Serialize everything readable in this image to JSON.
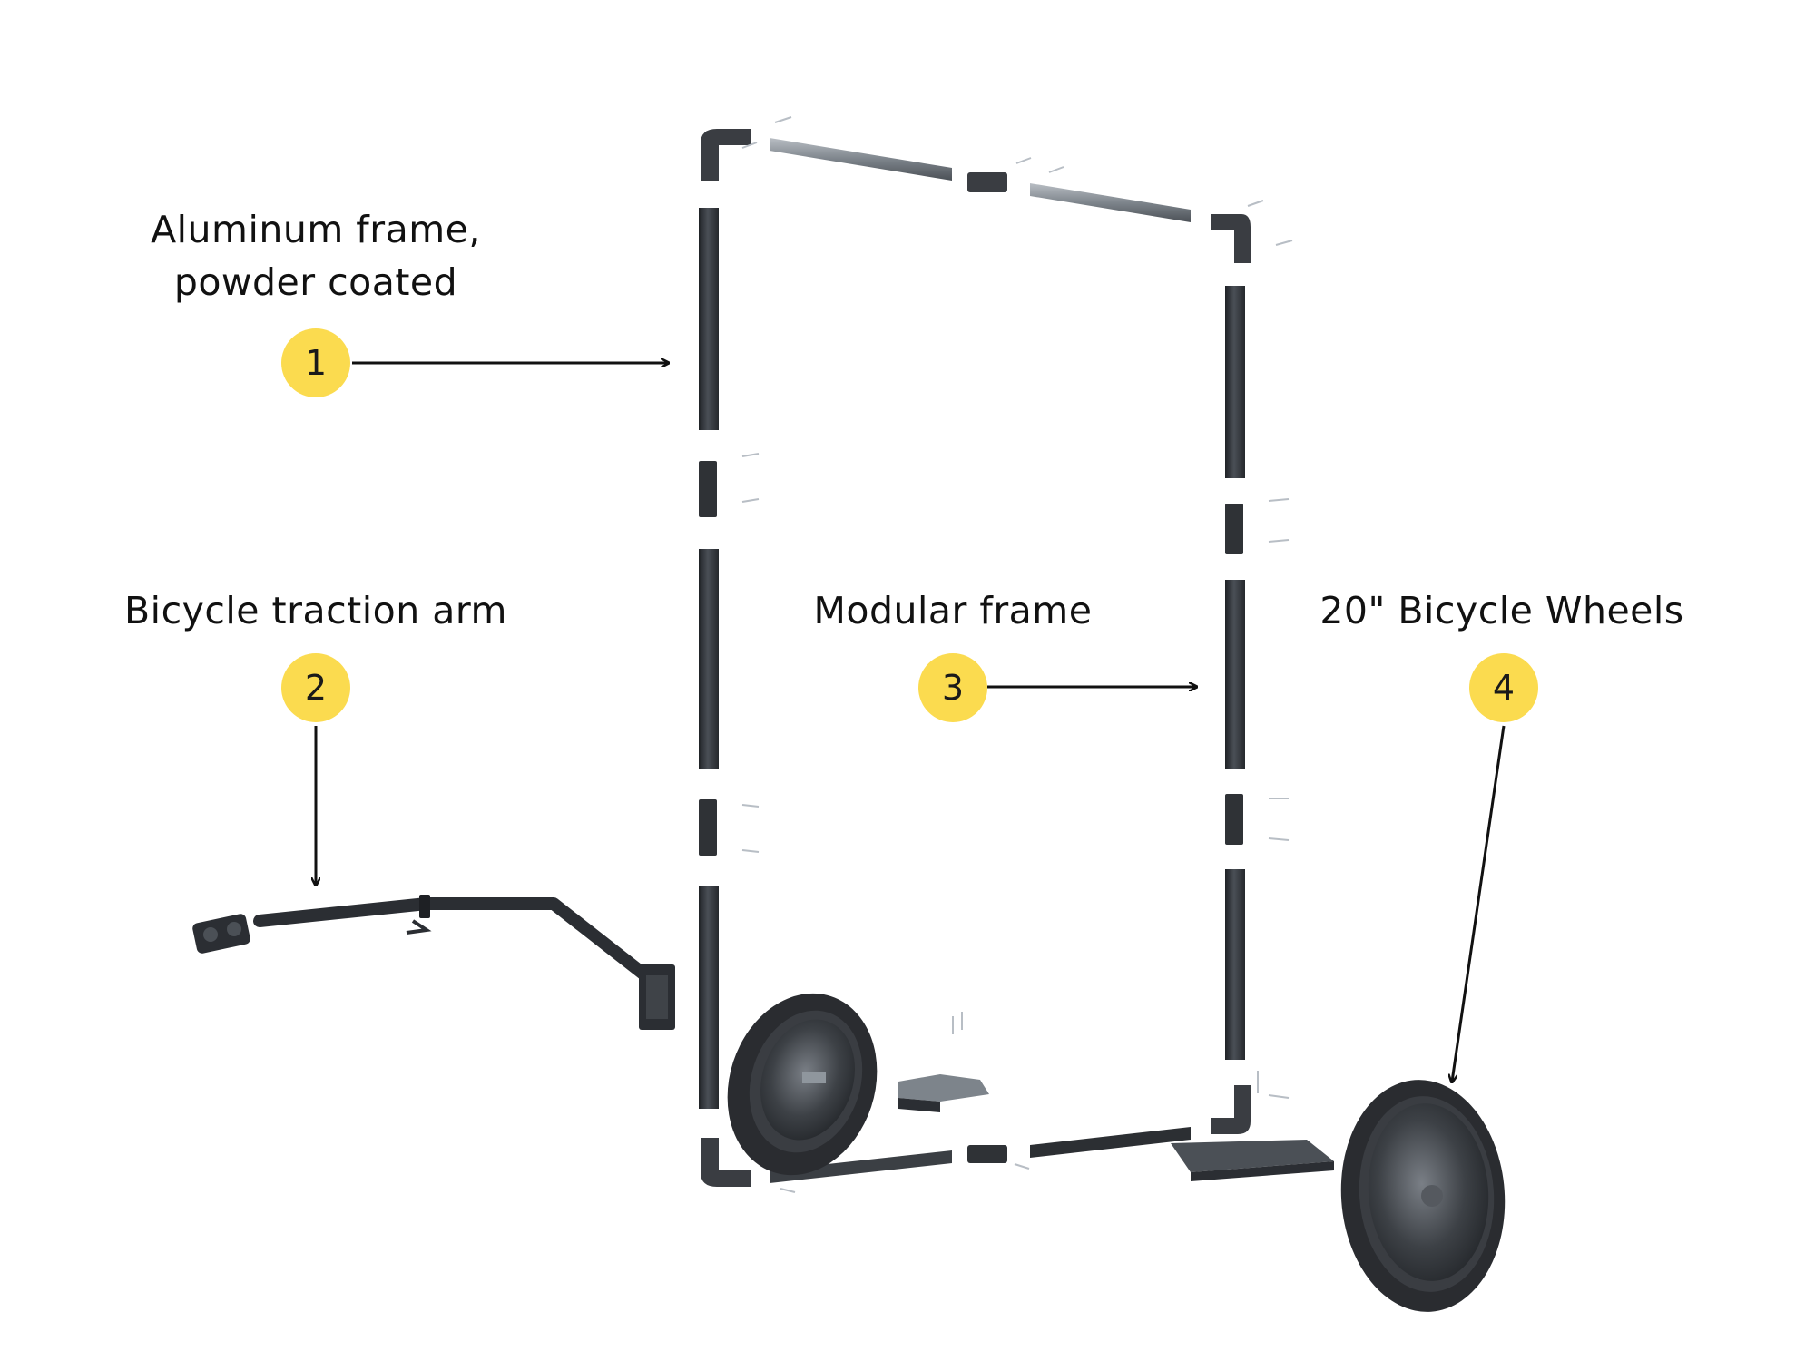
{
  "callouts": [
    {
      "number": "1",
      "label": "Aluminum frame,\npowder coated"
    },
    {
      "number": "2",
      "label": "Bicycle traction arm"
    },
    {
      "number": "3",
      "label": "Modular frame"
    },
    {
      "number": "4",
      "label": "20\" Bicycle Wheels"
    }
  ],
  "colors": {
    "badge": "#fbdb4f",
    "frame_dark": "#2b2e33",
    "frame_light": "#8f969d",
    "bracket": "#3a3d42",
    "tire": "#2a2c30",
    "hub": "#55595f",
    "arrow": "#111111"
  }
}
